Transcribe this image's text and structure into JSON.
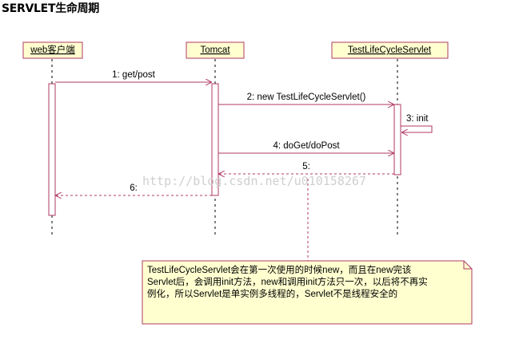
{
  "title": "SERVLET生命周期",
  "actors": {
    "web_client": "web客户端",
    "tomcat": "Tomcat",
    "servlet": "TestLifeCycleServlet"
  },
  "messages": {
    "m1": "1: get/post",
    "m2": "2: new TestLifeCycleServlet()",
    "m3": "3: init",
    "m4": "4: doGet/doPost",
    "m5": "5:",
    "m6": "6:"
  },
  "watermark": "http://blog.csdn.net/u010158267",
  "note": {
    "line1": "TestLifeCycleServlet会在第一次使用的时候new，而且在new完该",
    "line2": "Servlet后，会调用init方法，new和调用init方法只一次，以后将不再实",
    "line3": "例化，所以Servlet是单实例多线程的，Servlet不是线程安全的"
  },
  "colors": {
    "line": "#b03a66",
    "box_fill": "#ffffd0",
    "lifeline": "#000000"
  }
}
